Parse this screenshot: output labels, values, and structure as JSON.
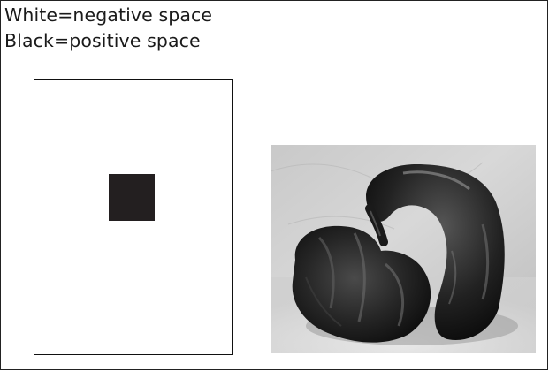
{
  "caption": {
    "line1": "White=negative space",
    "line2": "Black=positive space"
  },
  "diagram": {
    "background_color": "#ffffff",
    "square_color": "#231f20",
    "border_color": "#111111"
  },
  "photo": {
    "subject": "black-and-white photograph of a dark pepper",
    "tone": "grayscale"
  }
}
